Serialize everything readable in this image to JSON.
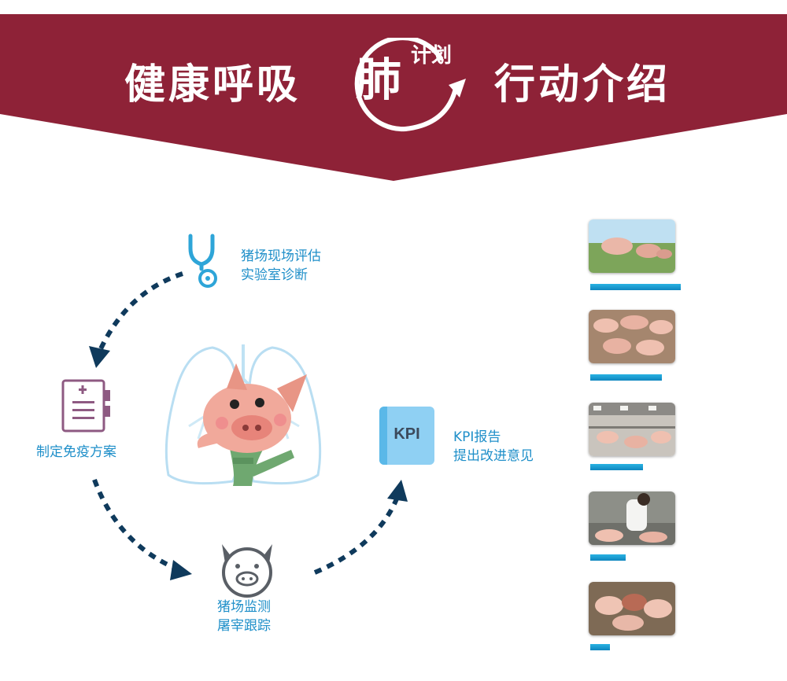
{
  "banner": {
    "title_left": "健康呼吸",
    "logo_main": "肺",
    "logo_sub": "计划",
    "title_right": "行动介绍",
    "color": "#8e2237"
  },
  "steps": {
    "assess": {
      "line1": "猪场现场评估",
      "line2": "实验室诊断",
      "icon": "stethoscope-icon"
    },
    "plan": {
      "line1": "制定免疫方案",
      "icon": "clipboard-plan-icon"
    },
    "monitor": {
      "line1": "猪场监测",
      "line2": "屠宰跟踪",
      "icon": "pig-face-icon"
    },
    "kpi": {
      "box_label": "KPI",
      "line1": "KPI报告",
      "line2": "提出改进意见",
      "icon": "kpi-document-icon"
    }
  },
  "colors": {
    "accent": "#1f8fc9",
    "arrow": "#0f3a5c",
    "plan_icon": "#8e5a82",
    "bar": "#1a9dd4"
  },
  "photos": [
    {
      "name": "pig-field-photo",
      "progress": 0.82
    },
    {
      "name": "pig-pen-photo",
      "progress": 0.65
    },
    {
      "name": "pig-barn-photo",
      "progress": 0.48
    },
    {
      "name": "vet-inspection-photo",
      "progress": 0.32
    },
    {
      "name": "piglets-photo",
      "progress": 0.18
    }
  ]
}
